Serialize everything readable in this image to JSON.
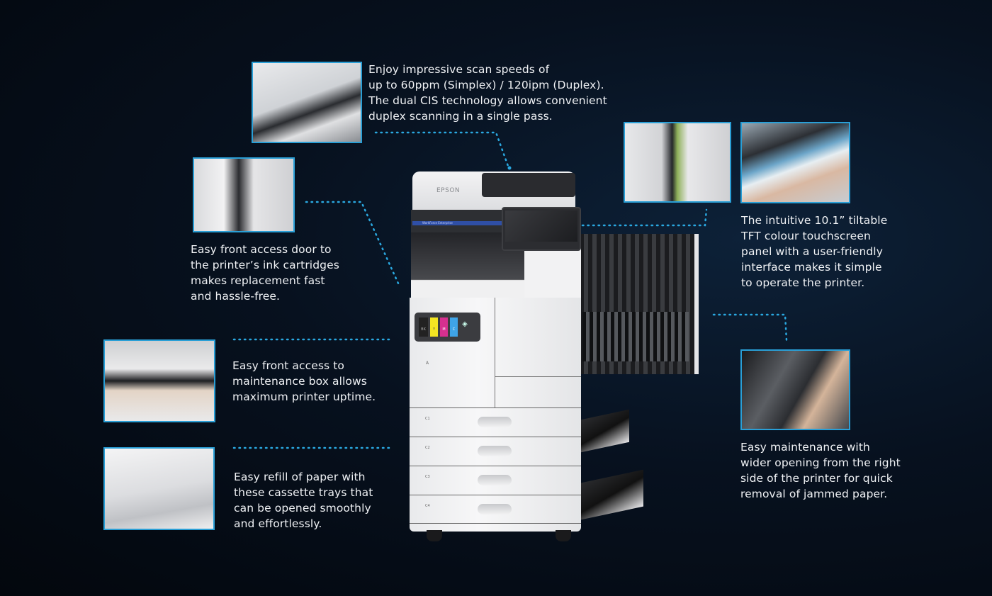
{
  "callouts": {
    "scan": {
      "lines": [
        "Enjoy impressive scan speeds of",
        "up to 60ppm (Simplex) / 120ipm (Duplex).",
        "The dual CIS technology allows convenient",
        "duplex scanning in a single pass."
      ]
    },
    "ink": {
      "lines": [
        "Easy front access door to",
        "the printer’s ink cartridges",
        "makes replacement fast",
        "and hassle-free."
      ]
    },
    "maintenance": {
      "lines": [
        "Easy front access to",
        "maintenance box allows",
        "maximum printer uptime."
      ]
    },
    "paper": {
      "lines": [
        "Easy refill of paper with",
        "these cassette trays that",
        "can be opened smoothly",
        "and effortlessly."
      ]
    },
    "touchscreen": {
      "lines": [
        "The intuitive 10.1” tiltable",
        "TFT colour touchscreen",
        "panel with a user-friendly",
        "interface makes it simple",
        "to operate the printer."
      ]
    },
    "jam": {
      "lines": [
        "Easy maintenance with",
        "wider opening from the right",
        "side of the printer for quick",
        "removal of jammed paper."
      ]
    }
  },
  "printer": {
    "brand": "EPSON",
    "model_strip": "WorkForce Enterprise",
    "drawer_a": "A",
    "trays": [
      "C1",
      "C2",
      "C3",
      "C4"
    ],
    "inks": [
      "BK",
      "Y",
      "M",
      "C"
    ]
  },
  "colors": {
    "accent": "#2a9fd6",
    "background": "#07111f"
  }
}
